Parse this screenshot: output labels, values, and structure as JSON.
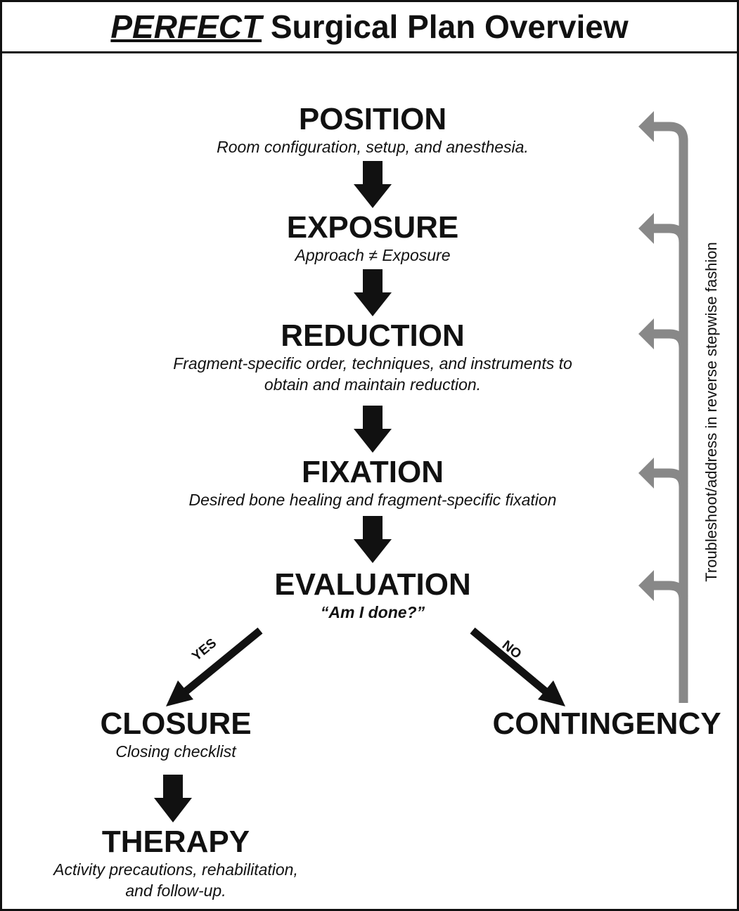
{
  "title": {
    "emphasis": "PERFECT",
    "rest": "Surgical Plan Overview"
  },
  "steps": {
    "position": {
      "label": "POSITION",
      "description": "Room configuration, setup, and anesthesia."
    },
    "exposure": {
      "label": "EXPOSURE",
      "description": "Approach ≠ Exposure"
    },
    "reduction": {
      "label": "REDUCTION",
      "description": "Fragment-specific order, techniques, and instruments to obtain and maintain reduction."
    },
    "fixation": {
      "label": "FIXATION",
      "description": "Desired bone healing and fragment-specific fixation"
    },
    "evaluation": {
      "label": "EVALUATION",
      "description": "“Am I done?”"
    },
    "closure": {
      "label": "CLOSURE",
      "description": "Closing checklist"
    },
    "therapy": {
      "label": "THERAPY",
      "description": "Activity precautions, rehabilitation, and follow-up."
    },
    "contingency": {
      "label": "CONTINGENCY"
    }
  },
  "branches": {
    "yes": "YES",
    "no": "NO"
  },
  "loop": {
    "label": "Troubleshoot/address in reverse stepwise fashion"
  },
  "colors": {
    "ink": "#111111",
    "loop": "#888888",
    "background": "#ffffff"
  }
}
